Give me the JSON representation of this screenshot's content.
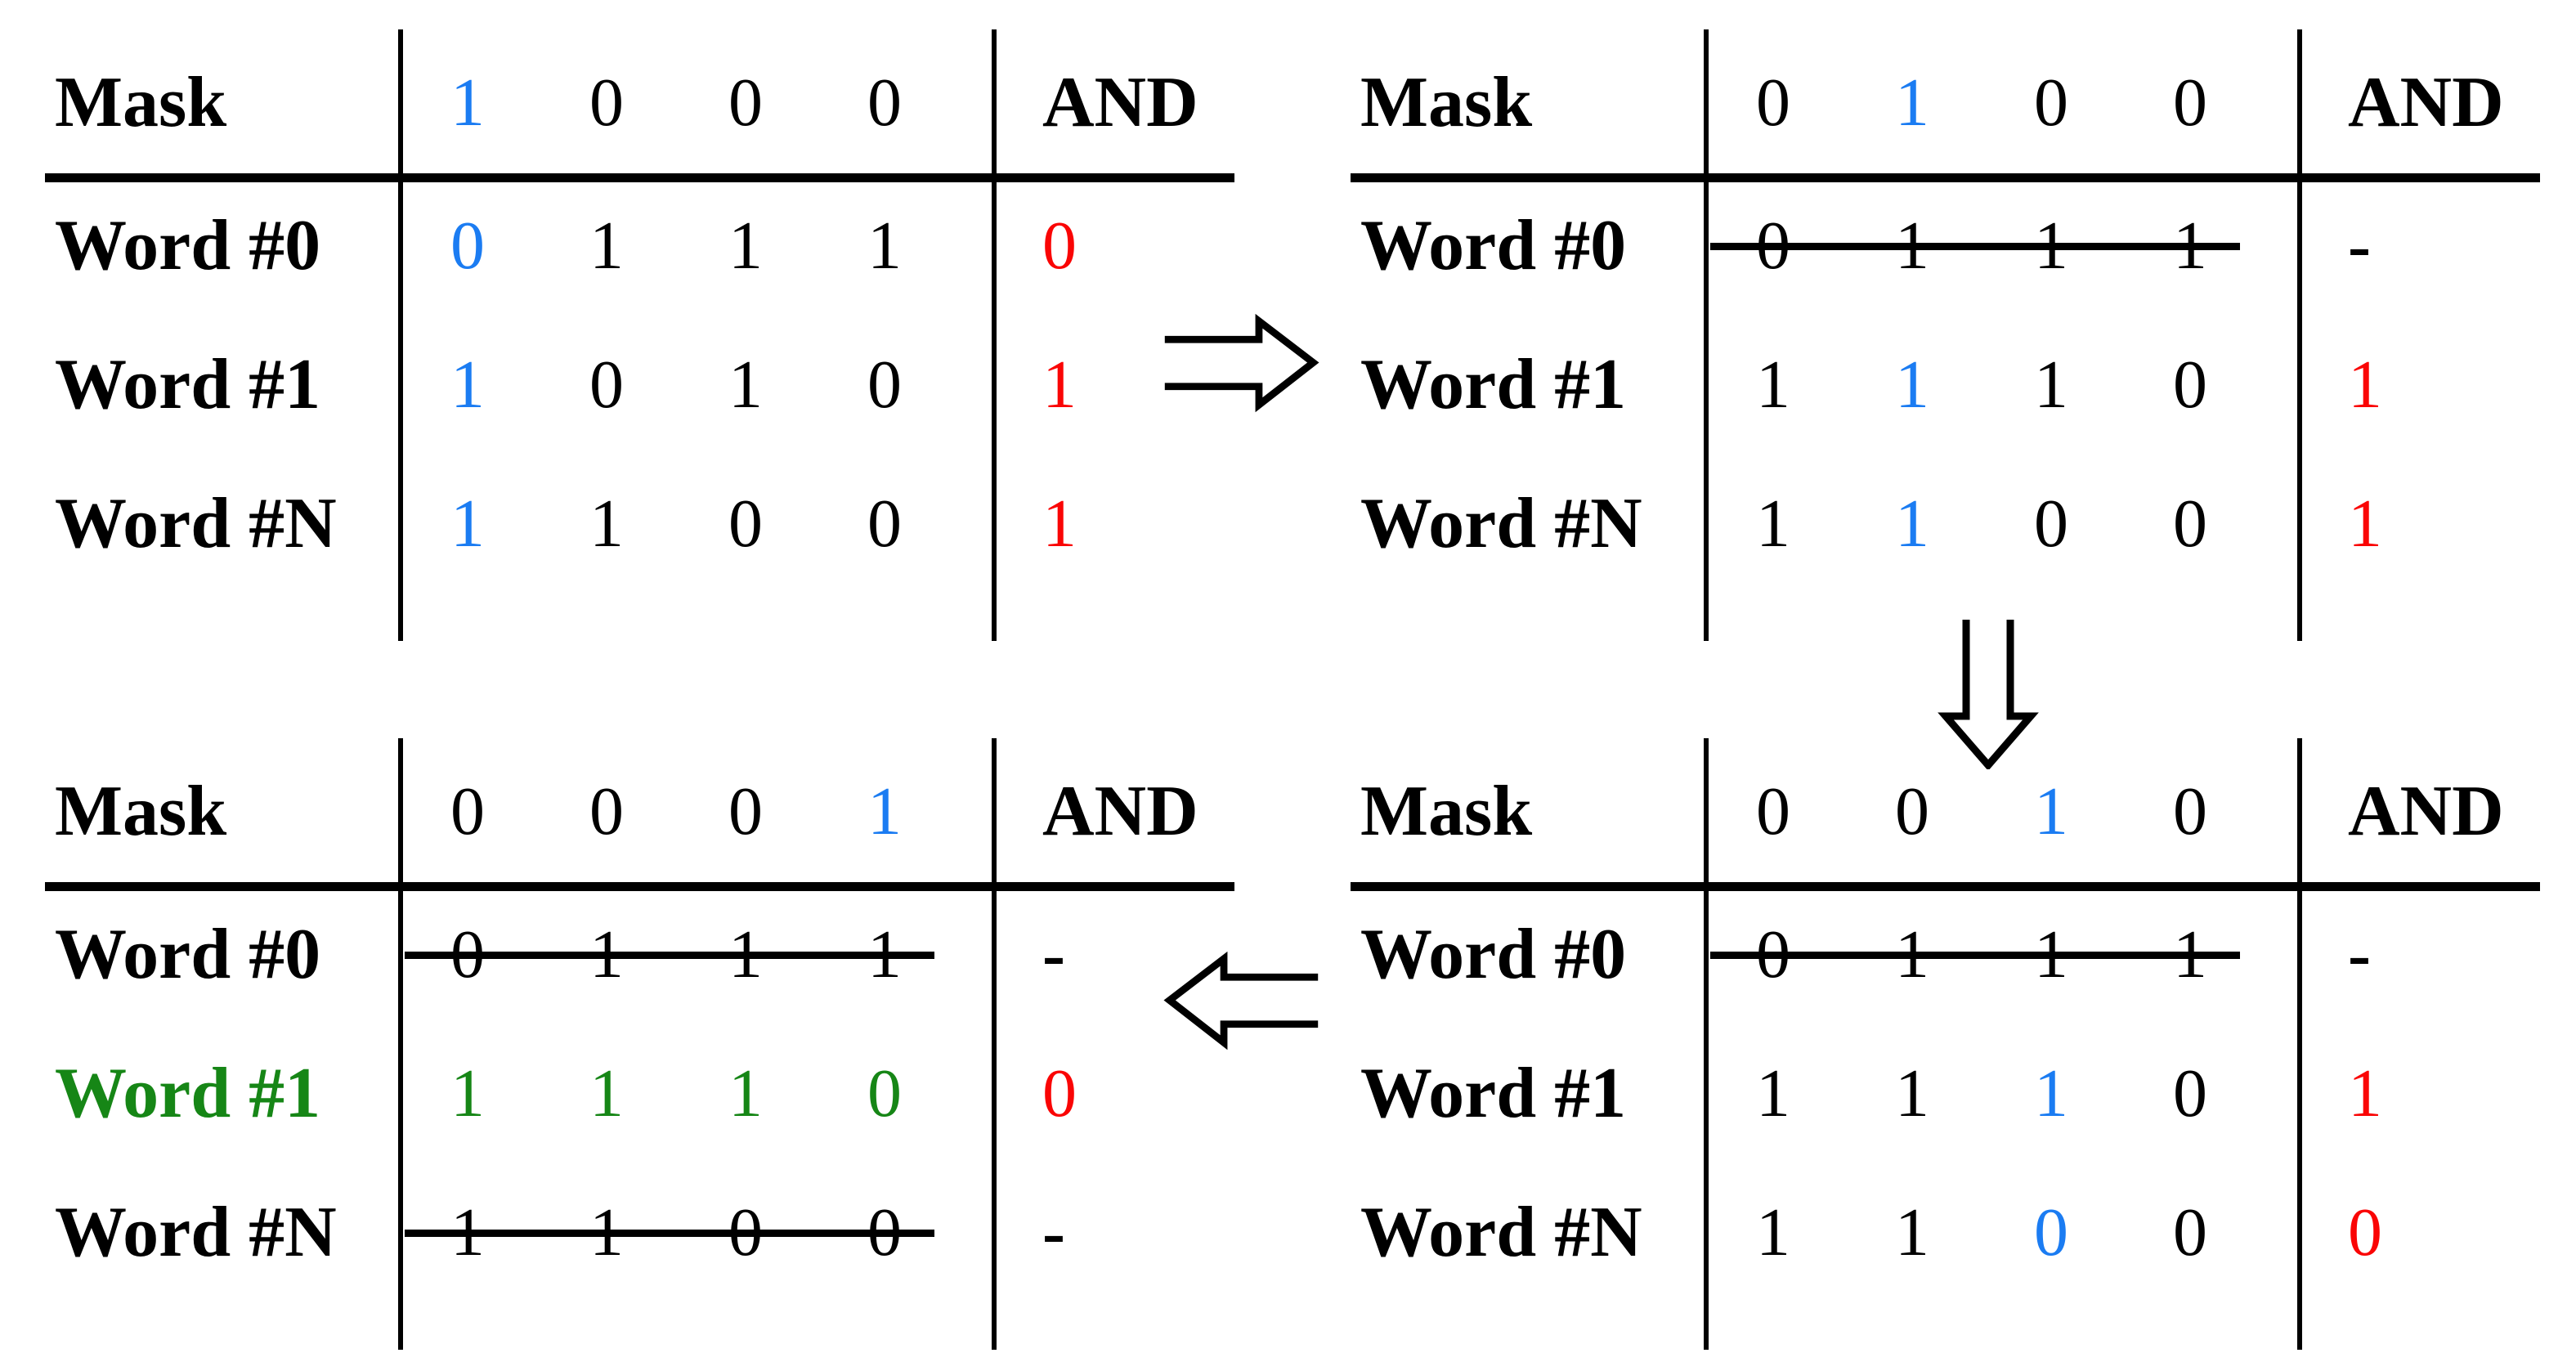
{
  "colors": {
    "black": "#000000",
    "blue": "#1b7cf2",
    "red": "#fa0505",
    "green": "#168616"
  },
  "arrows": [
    {
      "direction": "right"
    },
    {
      "direction": "down"
    },
    {
      "direction": "left"
    }
  ],
  "tables": [
    {
      "position": "top-left",
      "rows": [
        {
          "label": "Mask",
          "label_color": "black",
          "struck": false,
          "bits": [
            {
              "v": "1",
              "c": "blue"
            },
            {
              "v": "0",
              "c": "black"
            },
            {
              "v": "0",
              "c": "black"
            },
            {
              "v": "0",
              "c": "black"
            }
          ],
          "result": {
            "v": "AND",
            "c": "black"
          }
        },
        {
          "label": "Word #0",
          "label_color": "black",
          "struck": false,
          "bits": [
            {
              "v": "0",
              "c": "blue"
            },
            {
              "v": "1",
              "c": "black"
            },
            {
              "v": "1",
              "c": "black"
            },
            {
              "v": "1",
              "c": "black"
            }
          ],
          "result": {
            "v": "0",
            "c": "red"
          }
        },
        {
          "label": "Word #1",
          "label_color": "black",
          "struck": false,
          "bits": [
            {
              "v": "1",
              "c": "blue"
            },
            {
              "v": "0",
              "c": "black"
            },
            {
              "v": "1",
              "c": "black"
            },
            {
              "v": "0",
              "c": "black"
            }
          ],
          "result": {
            "v": "1",
            "c": "red"
          }
        },
        {
          "label": "Word #N",
          "label_color": "black",
          "struck": false,
          "bits": [
            {
              "v": "1",
              "c": "blue"
            },
            {
              "v": "1",
              "c": "black"
            },
            {
              "v": "0",
              "c": "black"
            },
            {
              "v": "0",
              "c": "black"
            }
          ],
          "result": {
            "v": "1",
            "c": "red"
          }
        }
      ]
    },
    {
      "position": "top-right",
      "rows": [
        {
          "label": "Mask",
          "label_color": "black",
          "struck": false,
          "bits": [
            {
              "v": "0",
              "c": "black"
            },
            {
              "v": "1",
              "c": "blue"
            },
            {
              "v": "0",
              "c": "black"
            },
            {
              "v": "0",
              "c": "black"
            }
          ],
          "result": {
            "v": "AND",
            "c": "black"
          }
        },
        {
          "label": "Word #0",
          "label_color": "black",
          "struck": true,
          "bits": [
            {
              "v": "0",
              "c": "black"
            },
            {
              "v": "1",
              "c": "black"
            },
            {
              "v": "1",
              "c": "black"
            },
            {
              "v": "1",
              "c": "black"
            }
          ],
          "result": {
            "v": "-",
            "c": "black"
          }
        },
        {
          "label": "Word #1",
          "label_color": "black",
          "struck": false,
          "bits": [
            {
              "v": "1",
              "c": "black"
            },
            {
              "v": "1",
              "c": "blue"
            },
            {
              "v": "1",
              "c": "black"
            },
            {
              "v": "0",
              "c": "black"
            }
          ],
          "result": {
            "v": "1",
            "c": "red"
          }
        },
        {
          "label": "Word #N",
          "label_color": "black",
          "struck": false,
          "bits": [
            {
              "v": "1",
              "c": "black"
            },
            {
              "v": "1",
              "c": "blue"
            },
            {
              "v": "0",
              "c": "black"
            },
            {
              "v": "0",
              "c": "black"
            }
          ],
          "result": {
            "v": "1",
            "c": "red"
          }
        }
      ]
    },
    {
      "position": "bottom-left",
      "rows": [
        {
          "label": "Mask",
          "label_color": "black",
          "struck": false,
          "bits": [
            {
              "v": "0",
              "c": "black"
            },
            {
              "v": "0",
              "c": "black"
            },
            {
              "v": "0",
              "c": "black"
            },
            {
              "v": "1",
              "c": "blue"
            }
          ],
          "result": {
            "v": "AND",
            "c": "black"
          }
        },
        {
          "label": "Word #0",
          "label_color": "black",
          "struck": true,
          "bits": [
            {
              "v": "0",
              "c": "black"
            },
            {
              "v": "1",
              "c": "black"
            },
            {
              "v": "1",
              "c": "black"
            },
            {
              "v": "1",
              "c": "black"
            }
          ],
          "result": {
            "v": "-",
            "c": "black"
          }
        },
        {
          "label": "Word #1",
          "label_color": "green",
          "struck": false,
          "bits": [
            {
              "v": "1",
              "c": "green"
            },
            {
              "v": "1",
              "c": "green"
            },
            {
              "v": "1",
              "c": "green"
            },
            {
              "v": "0",
              "c": "green"
            }
          ],
          "result": {
            "v": "0",
            "c": "red"
          }
        },
        {
          "label": "Word #N",
          "label_color": "black",
          "struck": true,
          "bits": [
            {
              "v": "1",
              "c": "black"
            },
            {
              "v": "1",
              "c": "black"
            },
            {
              "v": "0",
              "c": "black"
            },
            {
              "v": "0",
              "c": "black"
            }
          ],
          "result": {
            "v": "-",
            "c": "black"
          }
        }
      ]
    },
    {
      "position": "bottom-right",
      "rows": [
        {
          "label": "Mask",
          "label_color": "black",
          "struck": false,
          "bits": [
            {
              "v": "0",
              "c": "black"
            },
            {
              "v": "0",
              "c": "black"
            },
            {
              "v": "1",
              "c": "blue"
            },
            {
              "v": "0",
              "c": "black"
            }
          ],
          "result": {
            "v": "AND",
            "c": "black"
          }
        },
        {
          "label": "Word #0",
          "label_color": "black",
          "struck": true,
          "bits": [
            {
              "v": "0",
              "c": "black"
            },
            {
              "v": "1",
              "c": "black"
            },
            {
              "v": "1",
              "c": "black"
            },
            {
              "v": "1",
              "c": "black"
            }
          ],
          "result": {
            "v": "-",
            "c": "black"
          }
        },
        {
          "label": "Word #1",
          "label_color": "black",
          "struck": false,
          "bits": [
            {
              "v": "1",
              "c": "black"
            },
            {
              "v": "1",
              "c": "black"
            },
            {
              "v": "1",
              "c": "blue"
            },
            {
              "v": "0",
              "c": "black"
            }
          ],
          "result": {
            "v": "1",
            "c": "red"
          }
        },
        {
          "label": "Word #N",
          "label_color": "black",
          "struck": false,
          "bits": [
            {
              "v": "1",
              "c": "black"
            },
            {
              "v": "1",
              "c": "black"
            },
            {
              "v": "0",
              "c": "blue"
            },
            {
              "v": "0",
              "c": "black"
            }
          ],
          "result": {
            "v": "0",
            "c": "red"
          }
        }
      ]
    }
  ]
}
